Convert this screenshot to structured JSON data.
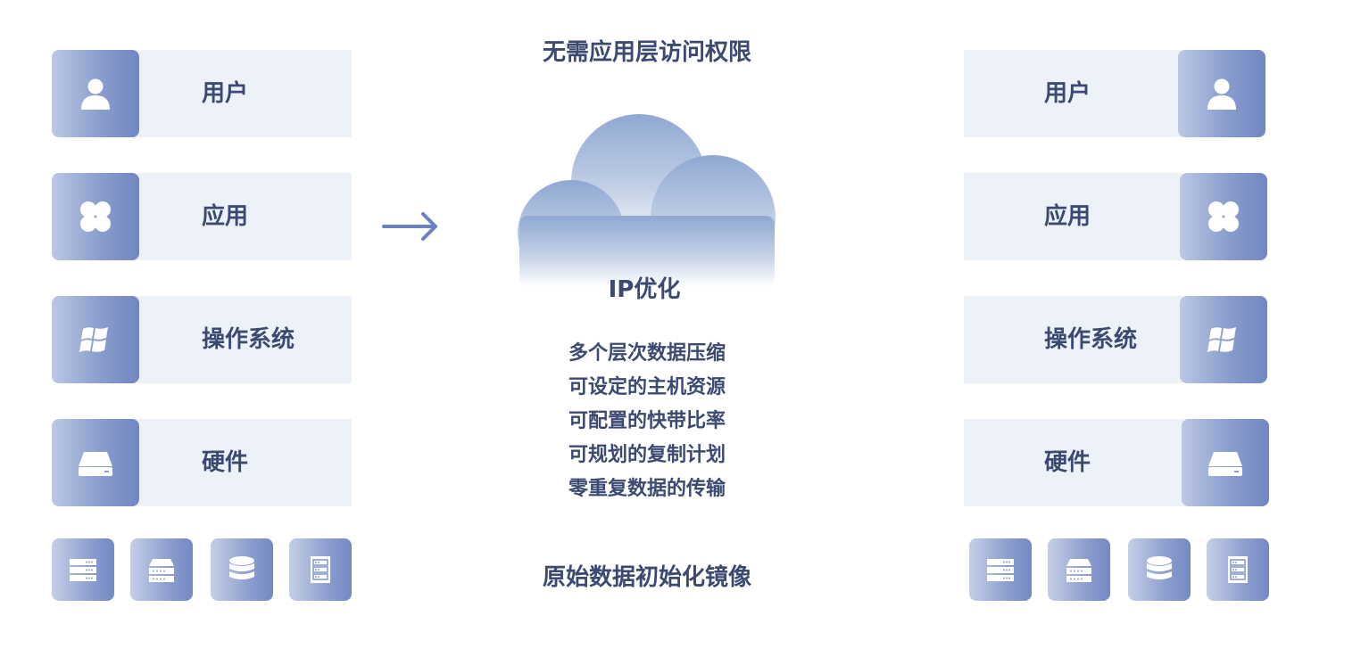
{
  "top_heading": "无需应用层访问权限",
  "bottom_heading": "原始数据初始化镜像",
  "cloud": {
    "label": "IP优化"
  },
  "features": [
    "多个层次数据压缩",
    "可设定的主机资源",
    "可配置的快带比率",
    "可规划的复制计划",
    "零重复数据的传输"
  ],
  "layers": [
    {
      "label": "用户",
      "icon": "user-icon"
    },
    {
      "label": "应用",
      "icon": "app-clover-icon"
    },
    {
      "label": "操作系统",
      "icon": "windows-logo-icon"
    },
    {
      "label": "硬件",
      "icon": "hard-drive-icon"
    }
  ],
  "storage_icons": [
    "server-rack-icon",
    "nas-icon",
    "database-icon",
    "storage-cabinet-icon"
  ],
  "colors": {
    "text": "#3c4a72",
    "panel": "#edf2f8",
    "tile_start": "#bcc8e3",
    "tile_end": "#7187c3",
    "arrow": "#6a82bf",
    "cloud_top": "#8fa8d2",
    "cloud_bottom": "#ffffff"
  }
}
